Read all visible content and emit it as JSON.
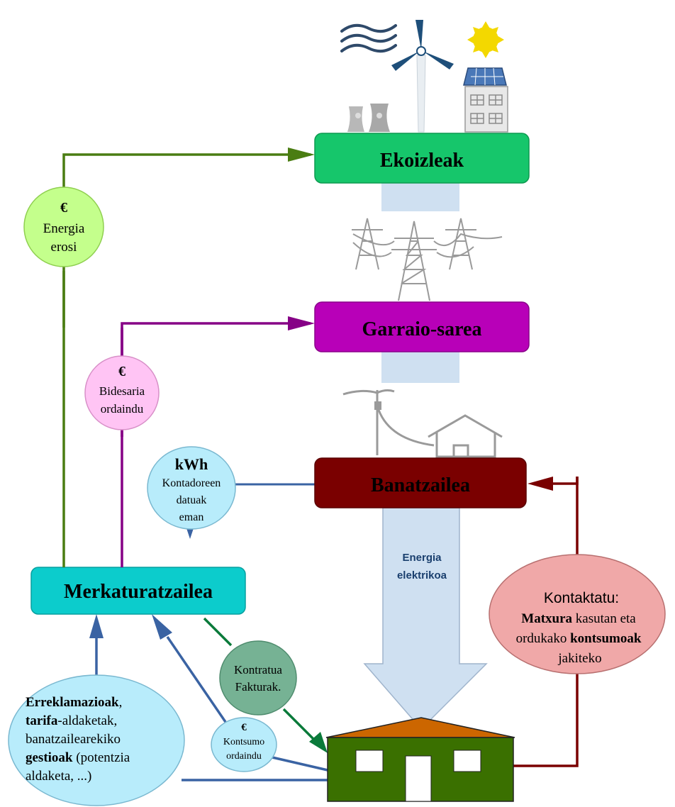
{
  "nodes": {
    "producers": {
      "label": "Ekoizleak",
      "color": "#16c66b"
    },
    "transmission": {
      "label": "Garraio-sarea",
      "color": "#b800b8"
    },
    "distributor": {
      "label": "Banatzailea",
      "color": "#7a0000"
    },
    "retailer": {
      "label": "Merkaturatzailea",
      "color": "#0ccccc"
    }
  },
  "flow": {
    "energy_line1": "Energia",
    "energy_line2": "elektrikoa",
    "color": "#cfe0f1"
  },
  "bubbles": {
    "buy_energy": {
      "symbol": "€",
      "line1": "Energia",
      "line2": "erosi",
      "color": "#c4ff8c"
    },
    "grid_fee": {
      "symbol": "€",
      "line1": "Bidesaria",
      "line2": "ordaindu",
      "color": "#ffc4f4"
    },
    "meter_data": {
      "symbol": "kWh",
      "line1": "Kontadoreen",
      "line2": "datuak",
      "line3": "eman",
      "color": "#b8ecfb"
    },
    "contract": {
      "line1": "Kontratua",
      "line2": "Fakturak.",
      "color": "#76b294"
    },
    "consumption": {
      "symbol": "€",
      "line1": "Kontsumo",
      "line2": "ordaindu",
      "color": "#b8ecfb"
    },
    "contact": {
      "line1": "Kontaktatu:",
      "line2_bold": "Matxura",
      "line2_rest": " kasutan eta",
      "line3_rest": "ordukako ",
      "line3_bold": "kontsumoak",
      "line4": "jakiteko",
      "color": "#f0a8a8"
    },
    "claims": {
      "line1_bold": "Erreklamazioak",
      "line1_rest": ",",
      "line2_bold": "tarifa",
      "line2_rest": "-aldaketak,",
      "line3": "banatzailearekiko",
      "line4_bold": "gestioak",
      "line4_rest": " (potentzia",
      "line5": "aldaketa, ...)",
      "color": "#b8ecfb"
    }
  },
  "arrow_colors": {
    "green": "#4a7d12",
    "purple": "#860086",
    "blue": "#3a63a3",
    "darkgreen": "#0a7a3a",
    "darkred": "#7a0000"
  },
  "house": {
    "roof": "#cc6600",
    "wall": "#3a7000"
  }
}
